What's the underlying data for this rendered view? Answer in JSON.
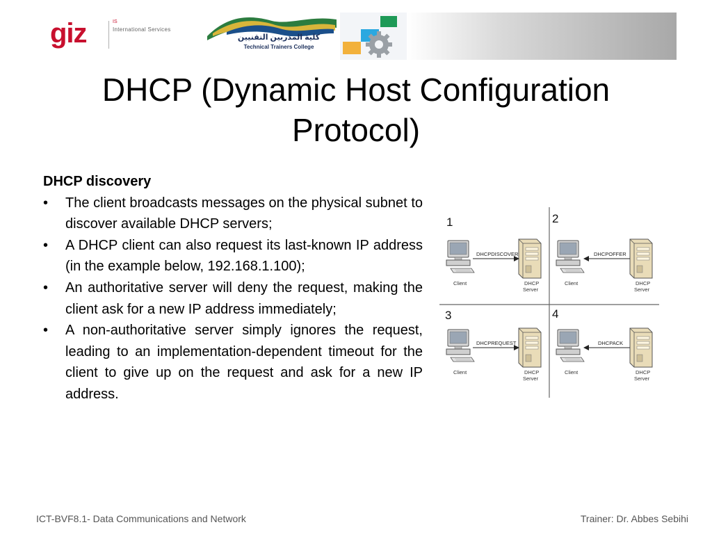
{
  "header": {
    "giz_word": "giz",
    "giz_is": "IS",
    "giz_services": "International Services",
    "ttc_name_ar": "كلية المدربين التقنيين",
    "ttc_name_en": "Technical Trainers College",
    "giz_color": "#c8102e"
  },
  "title": "DHCP (Dynamic Host Configuration Protocol)",
  "section_heading": "DHCP discovery",
  "bullet_symbol": "•",
  "bullets": [
    "The client broadcasts messages on the physical subnet to discover available DHCP servers;",
    "A DHCP client can also request its last-known IP address (in the example below, 192.168.1.100);",
    "An authoritative server will deny the request, making the client ask for a new IP address immediately;",
    "A non-authoritative server simply ignores the request, leading to an implementation-dependent timeout for the client to give up on the request and ask for a new IP address."
  ],
  "diagram": {
    "client_label": "Client",
    "server_label_1": "DHCP",
    "server_label_2": "Server",
    "steps": [
      {
        "number": "1",
        "message": "DHCPDISCOVER",
        "direction": "client-to-server"
      },
      {
        "number": "2",
        "message": "DHCPOFFER",
        "direction": "server-to-client"
      },
      {
        "number": "3",
        "message": "DHCPREQUEST",
        "direction": "client-to-server"
      },
      {
        "number": "4",
        "message": "DHCPACK",
        "direction": "server-to-client"
      }
    ]
  },
  "footer": {
    "left": "ICT-BVF8.1- Data Communications and Network",
    "right": "Trainer: Dr. Abbes  Sebihi"
  }
}
